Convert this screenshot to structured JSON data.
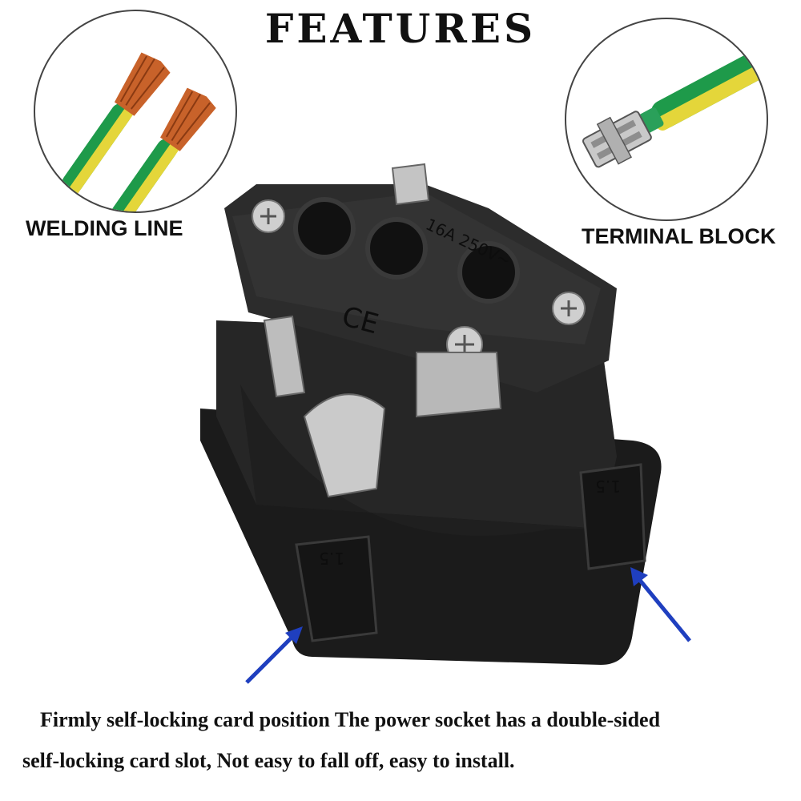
{
  "header": {
    "title": "FEATURES"
  },
  "left_feature": {
    "label": "WELDING LINE",
    "icon": "stranded-copper-wire-icon"
  },
  "right_feature": {
    "label": "TERMINAL BLOCK",
    "icon": "spade-terminal-icon"
  },
  "product": {
    "icon": "iec-power-socket-photo",
    "rating_text": "16A 250V~",
    "mark_text": "CE",
    "slot_marks": [
      "1.5",
      "1.5"
    ]
  },
  "description": {
    "line1": "Firmly self-locking card position The power socket has a double-sided",
    "line2": "self-locking card slot, Not easy to fall off, easy to install."
  },
  "colors": {
    "arrow": "#1f3fbf",
    "wire_green": "#1e9a4a",
    "wire_yellow": "#e4d63a",
    "copper": "#c8622a"
  }
}
